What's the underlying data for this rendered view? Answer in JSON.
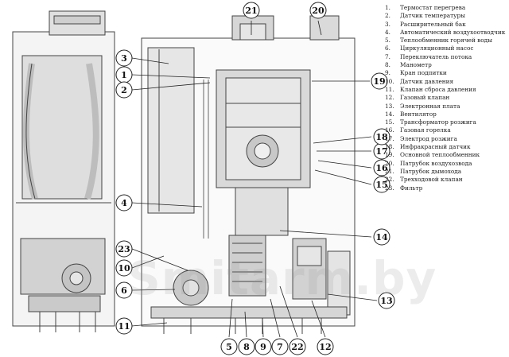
{
  "watermark": "Smitarm.by",
  "colors": {
    "line": "#444444",
    "fill_light": "#e4e4e4",
    "fill_mid": "#cfcfcf",
    "fill_dark": "#b0b0b0"
  },
  "legend": [
    {
      "num": "1.",
      "text": "Термостат перегрева"
    },
    {
      "num": "2.",
      "text": "Датчик температуры"
    },
    {
      "num": "3.",
      "text": "Расширительный бак"
    },
    {
      "num": "4.",
      "text": "Автоматический воздухоотводчик"
    },
    {
      "num": "5.",
      "text": "Теплообменник горячей воды"
    },
    {
      "num": "6.",
      "text": "Циркуляционный насос"
    },
    {
      "num": "7.",
      "text": "Переключатель потока"
    },
    {
      "num": "8.",
      "text": "Манометр"
    },
    {
      "num": "9.",
      "text": "Кран подпитки"
    },
    {
      "num": "10.",
      "text": "Датчик давления"
    },
    {
      "num": "11.",
      "text": "Клапан сброса давления"
    },
    {
      "num": "12.",
      "text": "Газовый клапан"
    },
    {
      "num": "13.",
      "text": "Электронная плата"
    },
    {
      "num": "14.",
      "text": "Вентилятор"
    },
    {
      "num": "15.",
      "text": "Трансформатор розжига"
    },
    {
      "num": "16.",
      "text": "Газовая горелка"
    },
    {
      "num": "17.",
      "text": "Электрод розжига"
    },
    {
      "num": "18.",
      "text": "Инфракрасный датчик"
    },
    {
      "num": "19.",
      "text": "Основной теплообменник"
    },
    {
      "num": "20.",
      "text": "Патрубок воздухозвода"
    },
    {
      "num": "21.",
      "text": "Патрубок дымохода"
    },
    {
      "num": "22.",
      "text": "Трехходовой клапан"
    },
    {
      "num": "23.",
      "text": "Фильтр"
    }
  ],
  "callouts": [
    "1",
    "2",
    "3",
    "4",
    "5",
    "6",
    "7",
    "8",
    "9",
    "10",
    "11",
    "12",
    "13",
    "14",
    "15",
    "16",
    "17",
    "18",
    "19",
    "20",
    "21",
    "22",
    "23"
  ]
}
